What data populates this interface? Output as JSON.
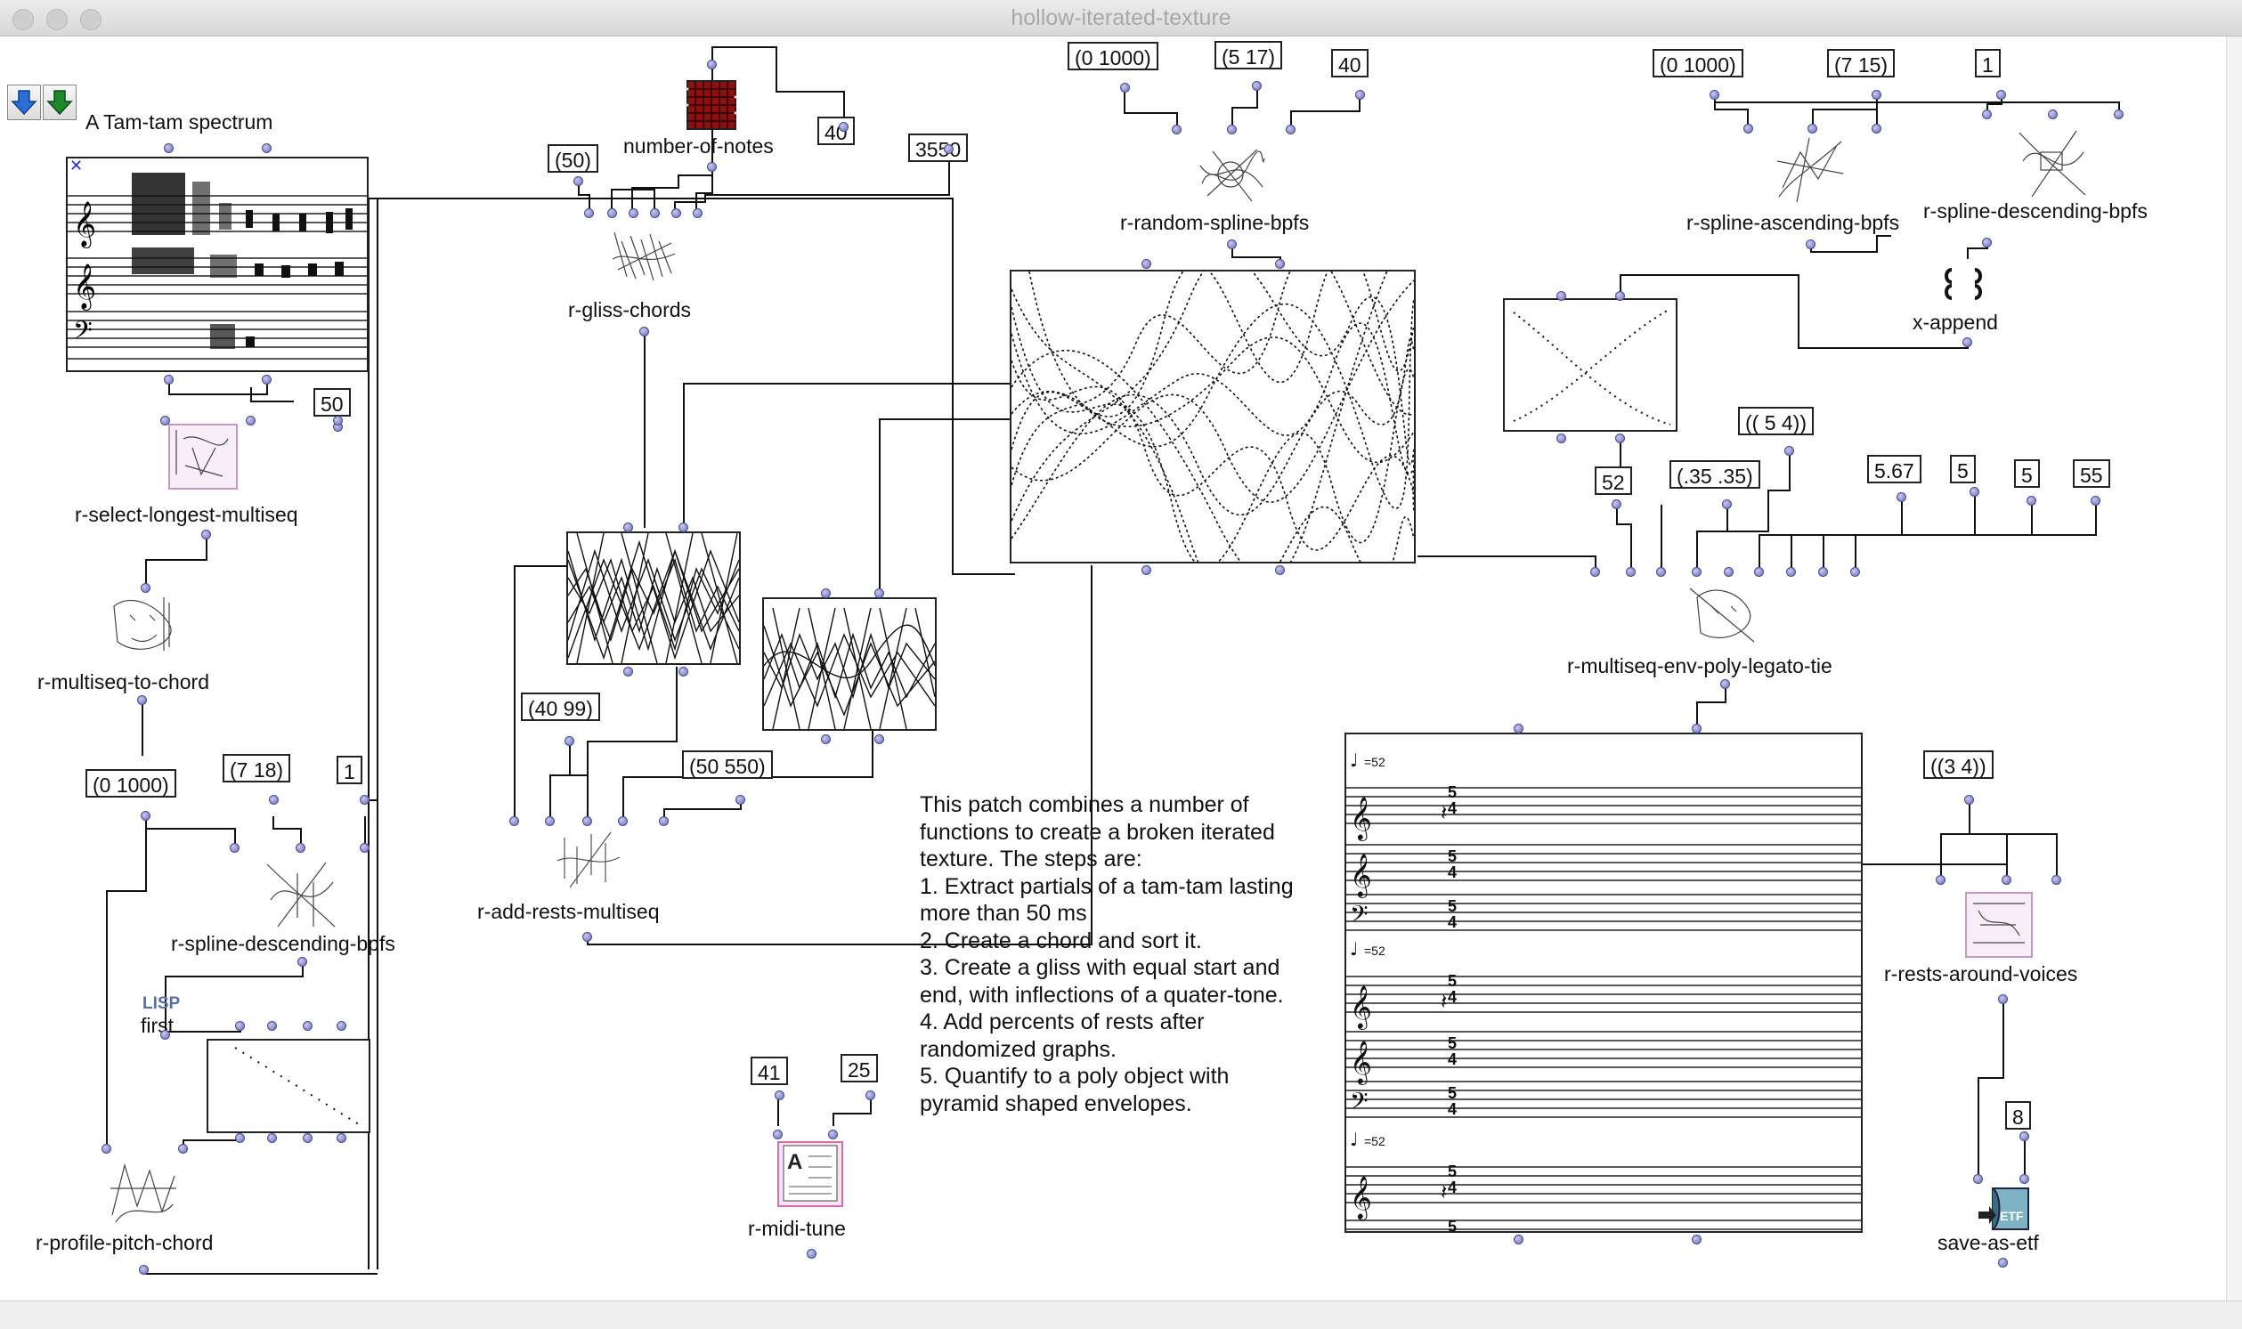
{
  "window": {
    "title": "hollow-iterated-texture"
  },
  "labels": {
    "tamtam": "A Tam-tam spectrum",
    "number_of_notes": "number-of-notes",
    "r_gliss_chords": "r-gliss-chords",
    "r_random_spline_bpfs": "r-random-spline-bpfs",
    "r_spline_ascending_bpfs": "r-spline-ascending-bpfs",
    "r_spline_descending_bpfs_top": "r-spline-descending-bpfs",
    "x_append": "x-append",
    "r_select_longest_multiseq": "r-select-longest-multiseq",
    "r_multiseq_to_chord": "r-multiseq-to-chord",
    "r_spline_descending_bpfs_left": "r-spline-descending-bpfs",
    "lisp": "LISP",
    "first": "first",
    "r_profile_pitch_chord": "r-profile-pitch-chord",
    "r_add_rests_multiseq": "r-add-rests-multiseq",
    "r_midi_tune": "r-midi-tune",
    "r_multiseq_env_poly_legato_tie": "r-multiseq-env-poly-legato-tie",
    "r_rests_around_voices": "r-rests-around-voices",
    "save_as_etf": "save-as-etf",
    "etf_icon_text": "ETF"
  },
  "boxes": {
    "n50_top": "(50)",
    "n40_notes": "40",
    "n3550": "3550",
    "r1_0_1000": "(0 1000)",
    "r1_5_17": "(5 17)",
    "r1_40": "40",
    "r2_0_1000": "(0 1000)",
    "r2_7_15": "(7 15)",
    "r2_1": "1",
    "n50_left": "50",
    "l_0_1000": "(0 1000)",
    "l_7_18": "(7 18)",
    "l_1": "1",
    "n40_99": "(40 99)",
    "n50_550": "(50 550)",
    "n41": "41",
    "n25": "25",
    "n52": "52",
    "n35_35": "(.35 .35)",
    "n5_4": "(( 5 4))",
    "n5_67": "5.67",
    "n5a": "5",
    "n5b": "5",
    "n55": "55",
    "n3_4": "((3 4))",
    "n8": "8"
  },
  "score": {
    "tempo": "=52",
    "meter_top": "5",
    "meter_bottom": "4"
  },
  "comment": {
    "text": "This patch combines a number of functions to create a broken iterated texture. The steps are:\n1. Extract partials of a tam-tam lasting more than 50 ms\n2. Create a chord and sort it.\n3. Create a gliss with equal start and end, with inflections of a quater-tone.\n4. Add percents of rests after randomized graphs.\n5. Quantify to a poly object with pyramid shaped  envelopes."
  },
  "colors": {
    "inlet": "#6b6bb8",
    "red_grid": "#8b1010",
    "lisp_text": "#5a6fa8",
    "arrow_blue": "#2a6fd6",
    "arrow_green": "#1c8a2a"
  }
}
